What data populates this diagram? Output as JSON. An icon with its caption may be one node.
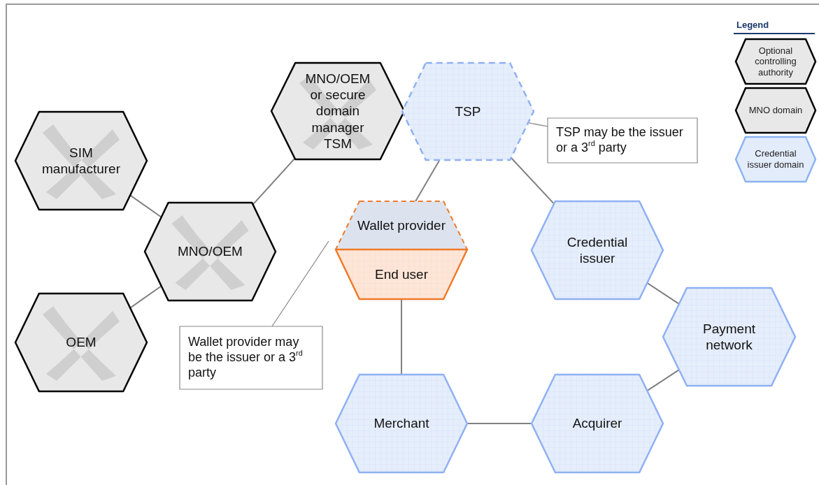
{
  "diagram": {
    "nodes": [
      {
        "text": [
          "SIM manufacturer"
        ]
      },
      {
        "text": [
          "MNO/OEM or secure domain manager TSM"
        ]
      },
      {
        "text": [
          "TSP"
        ]
      },
      {
        "text": [
          "MNO/OEM"
        ]
      },
      {
        "text": [
          "OEM"
        ]
      },
      {
        "text": [
          "Wallet provider"
        ]
      },
      {
        "text": [
          "End user"
        ]
      },
      {
        "text": [
          "Credential issuer"
        ]
      },
      {
        "text": [
          "Payment network"
        ]
      },
      {
        "text": [
          "Merchant"
        ]
      },
      {
        "text": [
          "Acquirer"
        ]
      },
      {
        "text": [
          "TSP may be the issuer or a 3$^{rd}$ party"
        ]
      },
      {
        "text": [
          "Wallet provider may be the issuer or a 3$^{rd}$ party"
        ]
      }
    ],
    "edges": [
      {
        "from": 0,
        "to": 3,
        "arrow": "none"
      },
      {
        "from": 4,
        "to": 3,
        "arrow": "none"
      },
      {
        "from": 3,
        "to": 1,
        "arrow": "none"
      },
      {
        "from": 2,
        "to": 5,
        "arrow": "none"
      },
      {
        "from": 2,
        "to": 7,
        "arrow": "none"
      },
      {
        "from": 7,
        "to": 8,
        "arrow": "none"
      },
      {
        "from": 8,
        "to": 10,
        "arrow": "none"
      },
      {
        "from": 10,
        "to": 9,
        "arrow": "none"
      },
      {
        "from": 6,
        "to": 9,
        "arrow": "none"
      },
      {
        "from": 11,
        "to": 2,
        "arrow": "none"
      },
      {
        "from": 12,
        "to": 5,
        "arrow": "none"
      }
    ],
    "labels": [
      "Legend"
    ],
    "legend": [
      {
        "text": "Optional controlling authority",
        "color": "#e8e8e8"
      },
      {
        "text": "MNO domain",
        "color": "#e8e8e8"
      },
      {
        "text": "Credential issuer domain",
        "color": "#e3ecfb"
      }
    ]
  }
}
